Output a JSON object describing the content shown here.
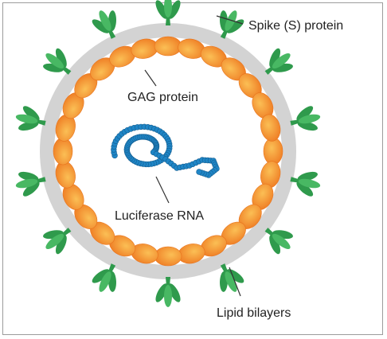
{
  "labels": {
    "spike": "Spike (S) protein",
    "gag": "GAG protein",
    "rna": "Luciferase RNA",
    "lipid": "Lipid bilayers"
  },
  "colors": {
    "membrane": "#d3d3d3",
    "gag_light": "#fbbf55",
    "gag_dark": "#ee7a22",
    "spike": "#2f9a4c",
    "spike_light": "#48b863",
    "rna": "#1f86c7",
    "leader": "#333333",
    "frame": "#9c9c9c"
  },
  "counts": {
    "gag_subunits": 28,
    "spikes": 14
  }
}
